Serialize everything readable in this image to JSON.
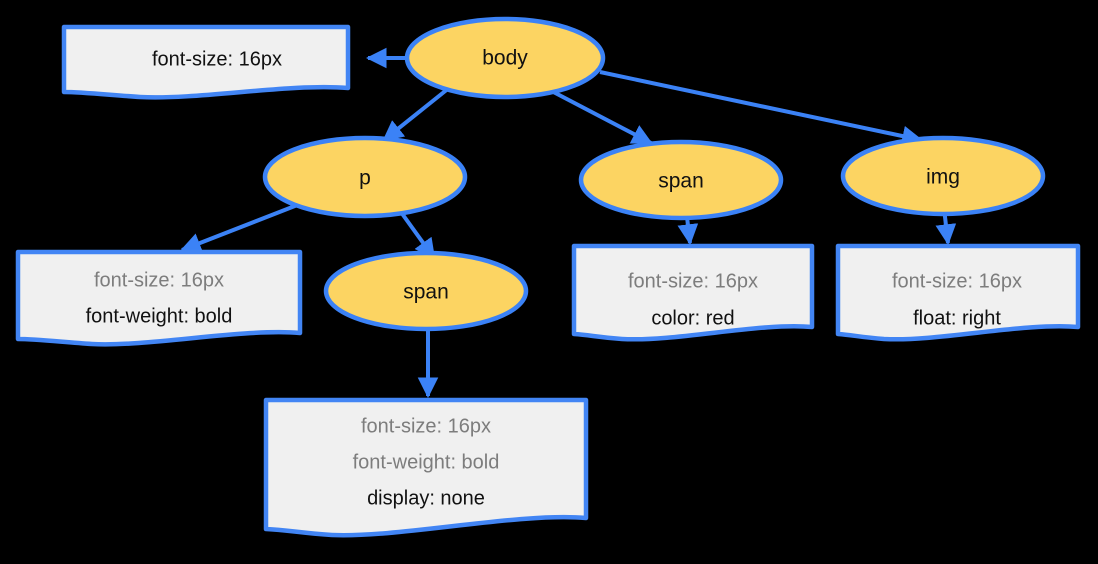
{
  "diagram": {
    "type": "css-inheritance-tree",
    "background_color": "#000000",
    "node_fill": "#FCD462",
    "node_stroke": "#4285F4",
    "note_fill": "#F0F0F0",
    "note_stroke": "#4285F4",
    "inherited_text_color": "#7d7d7d",
    "declared_text_color": "#111111",
    "nodes": [
      {
        "id": "body",
        "label": "body"
      },
      {
        "id": "p",
        "label": "p"
      },
      {
        "id": "span_body",
        "label": "span"
      },
      {
        "id": "img",
        "label": "img"
      },
      {
        "id": "span_p",
        "label": "span"
      }
    ],
    "notes": [
      {
        "id": "note-body",
        "lines": [
          {
            "text": "font-size: 16px",
            "style": "declared"
          }
        ]
      },
      {
        "id": "note-p",
        "lines": [
          {
            "text": "font-size: 16px",
            "style": "inherited"
          },
          {
            "text": "font-weight: bold",
            "style": "declared"
          }
        ]
      },
      {
        "id": "note-span-body",
        "lines": [
          {
            "text": "font-size: 16px",
            "style": "inherited"
          },
          {
            "text": "color: red",
            "style": "declared"
          }
        ]
      },
      {
        "id": "note-img",
        "lines": [
          {
            "text": "font-size: 16px",
            "style": "inherited"
          },
          {
            "text": "float: right",
            "style": "declared"
          }
        ]
      },
      {
        "id": "note-span-p",
        "lines": [
          {
            "text": "font-size: 16px",
            "style": "inherited"
          },
          {
            "text": "font-weight: bold",
            "style": "inherited"
          },
          {
            "text": "display: none",
            "style": "declared"
          }
        ]
      }
    ],
    "edges": [
      {
        "from": "body",
        "to": "note-body"
      },
      {
        "from": "body",
        "to": "p"
      },
      {
        "from": "body",
        "to": "span_body"
      },
      {
        "from": "body",
        "to": "img"
      },
      {
        "from": "p",
        "to": "note-p"
      },
      {
        "from": "p",
        "to": "span_p"
      },
      {
        "from": "span_body",
        "to": "note-span-body"
      },
      {
        "from": "img",
        "to": "note-img"
      },
      {
        "from": "span_p",
        "to": "note-span-p"
      }
    ]
  }
}
